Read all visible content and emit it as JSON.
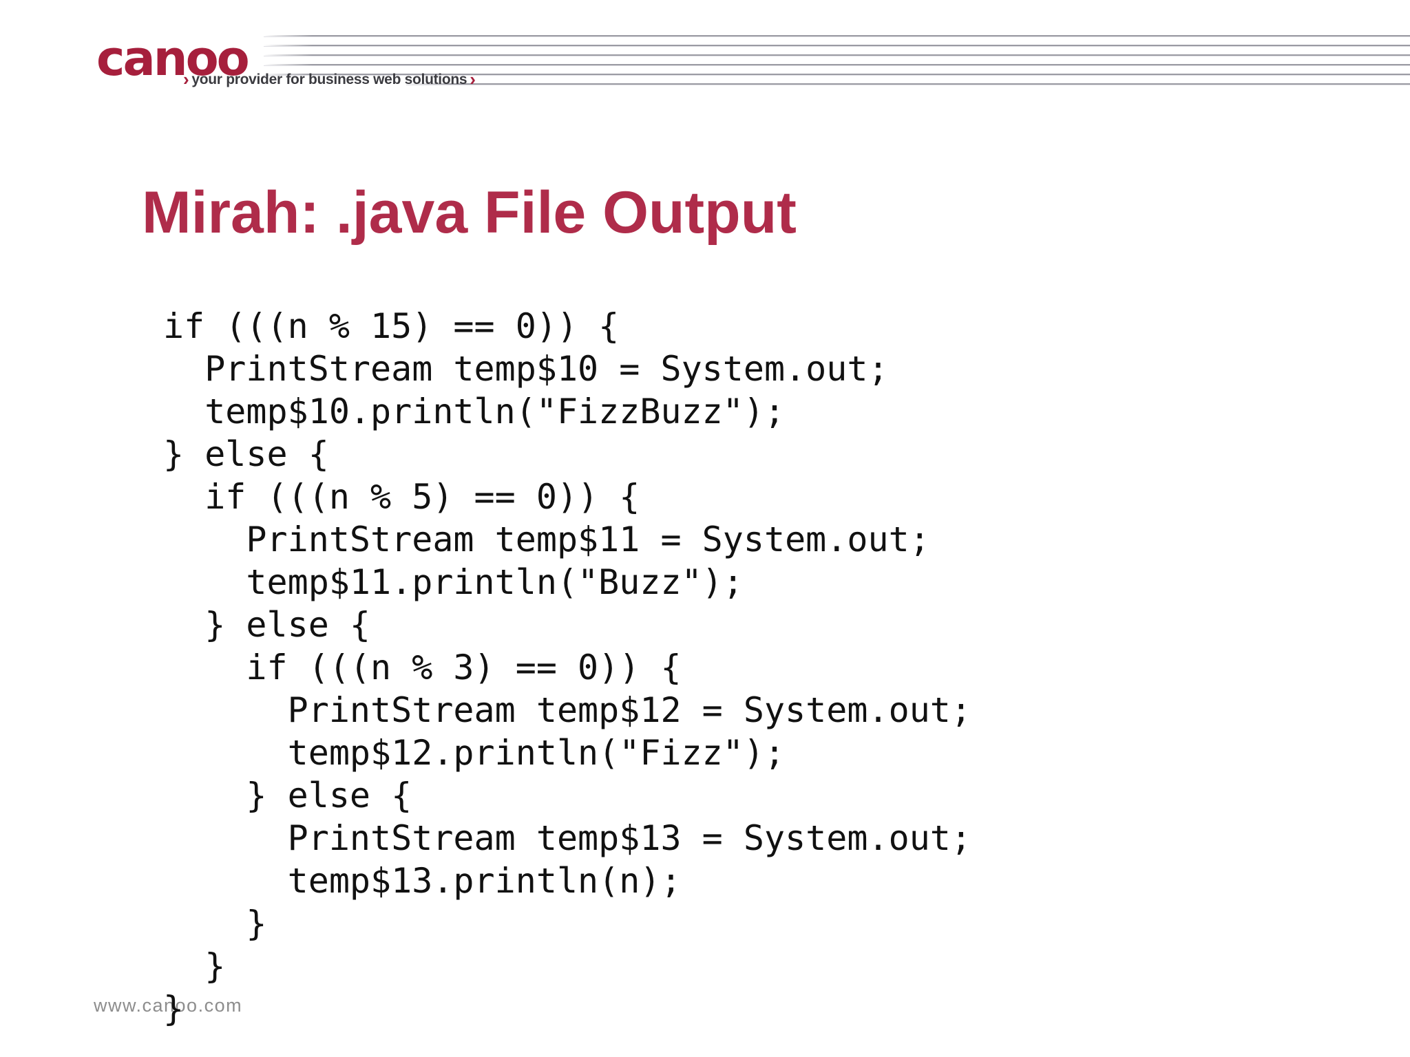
{
  "brand": {
    "logo_text": "canoo",
    "tagline_chevron_left": "›",
    "tagline": "your provider for business web solutions",
    "tagline_chevron_right": "›"
  },
  "title": "Mirah: .java File Output",
  "code_lines": [
    "if (((n % 15) == 0)) {",
    "  PrintStream temp$10 = System.out;",
    "  temp$10.println(\"FizzBuzz\");",
    "} else {",
    "  if (((n % 5) == 0)) {",
    "    PrintStream temp$11 = System.out;",
    "    temp$11.println(\"Buzz\");",
    "  } else {",
    "    if (((n % 3) == 0)) {",
    "      PrintStream temp$12 = System.out;",
    "      temp$12.println(\"Fizz\");",
    "    } else {",
    "      PrintStream temp$13 = System.out;",
    "      temp$13.println(n);",
    "    }",
    "  }",
    "}"
  ],
  "footer": {
    "website": "www.canoo.com"
  },
  "colors": {
    "brand_red": "#A61F3C",
    "title_red": "#AF2C4A",
    "code_text": "#111111",
    "footer_gray": "#8D8D8D",
    "header_line_gray": "#9B9BA3"
  }
}
